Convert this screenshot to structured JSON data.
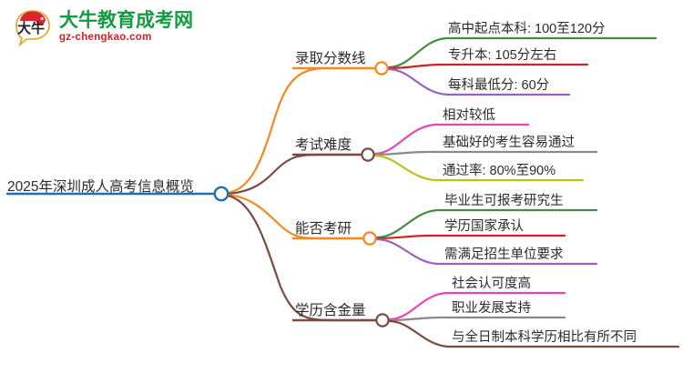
{
  "logo": {
    "mark_name": "speech-bubble-logo",
    "mark_text": "大牛",
    "title": "大牛教育成考网",
    "subtitle": "gz-chengkao.com",
    "title_color": "#159b3f",
    "subtitle_color": "#d02129"
  },
  "mindmap": {
    "root": {
      "label": "2025年深圳成人高考信息概览",
      "color": "#1f6fb5"
    },
    "branches": [
      {
        "label": "录取分数线",
        "color": "#ef8b22",
        "children": [
          {
            "label": "高中起点本科: 100至120分",
            "color": "#3f8f3c"
          },
          {
            "label": "专升本: 105分左右",
            "color": "#d42020"
          },
          {
            "label": "每科最低分: 60分",
            "color": "#9a5fc4"
          }
        ]
      },
      {
        "label": "考试难度",
        "color": "#7b4b42",
        "children": [
          {
            "label": "相对较低",
            "color": "#e549ae"
          },
          {
            "label": "基础好的考生容易通过",
            "color": "#8a8a8a"
          },
          {
            "label": "通过率: 80%至90%",
            "color": "#bcbf1c"
          }
        ]
      },
      {
        "label": "能否考研",
        "color": "#ef8b22",
        "children": [
          {
            "label": "毕业生可报考研究生",
            "color": "#3f8f3c"
          },
          {
            "label": "学历国家承认",
            "color": "#d42020"
          },
          {
            "label": "需满足招生单位要求",
            "color": "#9a5fc4"
          }
        ]
      },
      {
        "label": "学历含金量",
        "color": "#7b4b42",
        "children": [
          {
            "label": "社会认可度高",
            "color": "#e549ae"
          },
          {
            "label": "职业发展支持",
            "color": "#8a8a8a"
          },
          {
            "label": "与全日制本科学历相比有所不同",
            "color": "#7b4b42"
          }
        ]
      }
    ]
  }
}
